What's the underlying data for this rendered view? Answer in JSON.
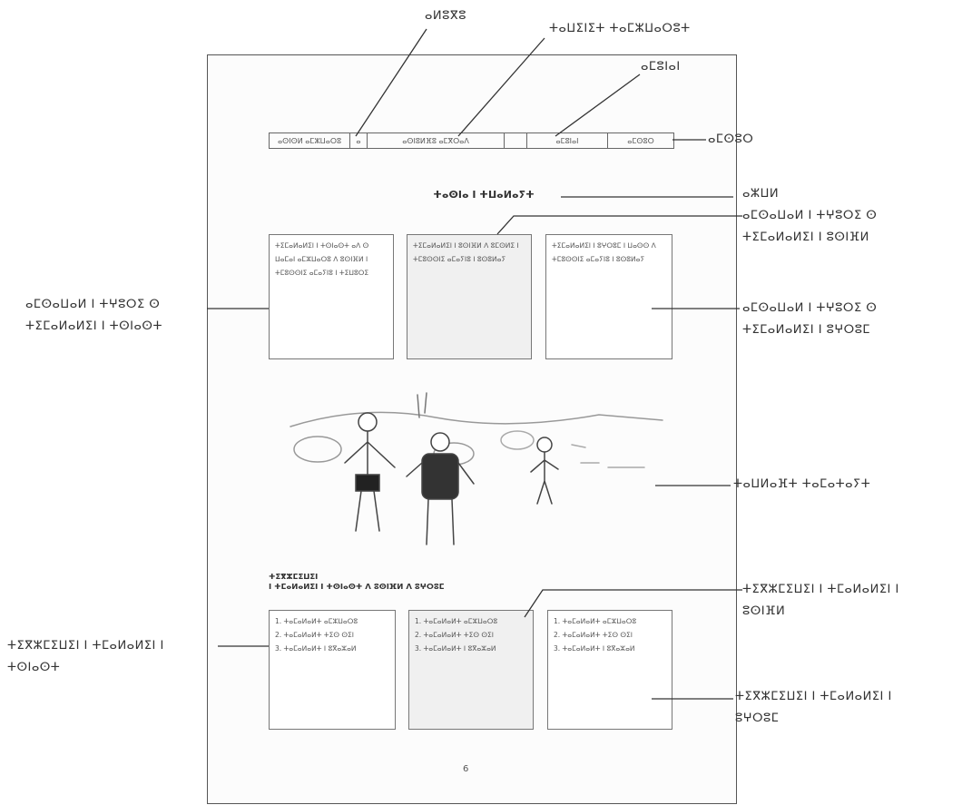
{
  "callouts": {
    "top_left": "ⴰⵍⵓⴳⵓ",
    "top_center": "ⵜⴰⵡⵉⵏⵉⵜ ⵜⴰⵎⵣⵡⴰⵔⵓⵜ",
    "top_right": "ⴰⵎⵓⵏⴰⵏ",
    "nav_right": "ⴰⵎⵙⵓⵔ",
    "title_right": "ⴰⵣⵡⵍ",
    "box_right_upper": [
      "ⴰⵎⵙⴰⵡⴰⵍ ⵏ ⵜⵖⵓⵔⵉ ⵙ",
      "ⵜⵉⵎⴰⵍⴰⵍⵉⵏ ⵏ ⵓⵙⵏⴼⵍ"
    ],
    "box_left": [
      "ⴰⵎⵙⴰⵡⴰⵍ ⵏ ⵜⵖⵓⵔⵉ ⵙ",
      "ⵜⵉⵎⴰⵍⴰⵍⵉⵏ ⵏ ⵜⵙⵏⴰⵙⵜ"
    ],
    "box_right_lower": [
      "ⴰⵎⵙⴰⵡⴰⵍ ⵏ ⵜⵖⵓⵔⵉ ⵙ",
      "ⵜⵉⵎⴰⵍⴰⵍⵉⵏ ⵏ ⵓⵖⵔⵓⵎ"
    ],
    "image_right": "ⵜⴰⵡⵍⴰⴼⵜ ⵜⴰⵎⴰⵜⴰⵢⵜ",
    "list_right_upper": [
      "ⵜⵉⴳⵣⵎⵉⵡⵉⵏ ⵏ ⵜⵎⴰⵍⴰⵍⵉⵏ ⵏ",
      "ⵓⵙⵏⴼⵍ"
    ],
    "list_left": [
      "ⵜⵉⴳⵣⵎⵉⵡⵉⵏ ⵏ ⵜⵎⴰⵍⴰⵍⵉⵏ ⵏ",
      "ⵜⵙⵏⴰⵙⵜ"
    ],
    "list_right_lower": [
      "ⵜⵉⴳⵣⵎⵉⵡⵉⵏ ⵏ ⵜⵎⴰⵍⴰⵍⵉⵏ ⵏ",
      "ⵓⵖⵔⵓⵎ"
    ]
  },
  "mockup": {
    "nav": [
      "ⴰⵙⵏⵙⵍ ⴰⵎⵣⵡⴰⵔⵓ",
      "ⴰ",
      "ⴰⵙⵏⵓⵍⴼⵓ ⴰⵎⴳⵔⴰⴷ",
      "",
      "ⴰⵎⵓⵏⴰⵏ",
      "ⴰⵎⵙⵓⵔ"
    ],
    "title": "ⵜⴰⵙⵏⴰ ⵏ ⵜⵡⴰⵍⴰⵢⵜ",
    "top_boxes": [
      "ⵜⵉⵎⴰⵍⴰⵍⵉⵏ ⵏ ⵜⵙⵏⴰⵙⵜ ⴰⴷ ⵙ ⵡⴰⵎⴰⵏ ⴰⵎⵣⵡⴰⵔⵓ ⴷ ⵓⵙⵏⴼⵍ ⵏ ⵜⵎⵓⵙⵙⵏⵉ ⴰⵎⴰⵢⵏⵓ ⵏ ⵜⵉⵡⵓⵔⵉ",
      "ⵜⵉⵎⴰⵍⴰⵍⵉⵏ ⵏ ⵓⵙⵏⴼⵍ ⴷ ⵓⵎⵙⵍⵉ ⵏ ⵜⵎⵓⵙⵙⵏⵉ ⴰⵎⴰⵢⵏⵓ ⵏ ⵓⵙⵓⵍⴰⵢ",
      "ⵜⵉⵎⴰⵍⴰⵍⵉⵏ ⵏ ⵓⵖⵔⵓⵎ ⵏ ⵡⴰⵙⵙ ⴷ ⵜⵎⵓⵙⵙⵏⵉ ⴰⵎⴰⵢⵏⵓ ⵏ ⵓⵙⵓⵍⴰⵢ"
    ],
    "caption_line1": "ⵜⵉⴳⵣⵎⵉⵡⵉⵏ",
    "caption_line2": "ⵏ ⵜⵎⴰⵍⴰⵍⵉⵏ ⵏ ⵜⵙⵏⴰⵙⵜ ⴷ ⵓⵙⵏⴼⵍ ⴷ ⵓⵖⵔⵓⵎ",
    "bottom_boxes": [
      "1. ⵜⴰⵎⴰⵍⴰⵍⵜ ⴰⵎⵣⵡⴰⵔⵓ\n2. ⵜⴰⵎⴰⵍⴰⵍⵜ ⵜⵉⵙ ⵙⵉⵏ\n3. ⵜⴰⵎⴰⵍⴰⵍⵜ ⵏ ⵓⴳⴰⵣⴰⵍ",
      "1. ⵜⴰⵎⴰⵍⴰⵍⵜ ⴰⵎⵣⵡⴰⵔⵓ\n2. ⵜⴰⵎⴰⵍⴰⵍⵜ ⵜⵉⵙ ⵙⵉⵏ\n3. ⵜⴰⵎⴰⵍⴰⵍⵜ ⵏ ⵓⴳⴰⵣⴰⵍ",
      "1. ⵜⴰⵎⴰⵍⴰⵍⵜ ⴰⵎⵣⵡⴰⵔⵓ\n2. ⵜⴰⵎⴰⵍⴰⵍⵜ ⵜⵉⵙ ⵙⵉⵏ\n3. ⵜⴰⵎⴰⵍⴰⵍⵜ ⵏ ⵓⴳⴰⵣⴰⵍ"
    ],
    "page_number": "6"
  }
}
